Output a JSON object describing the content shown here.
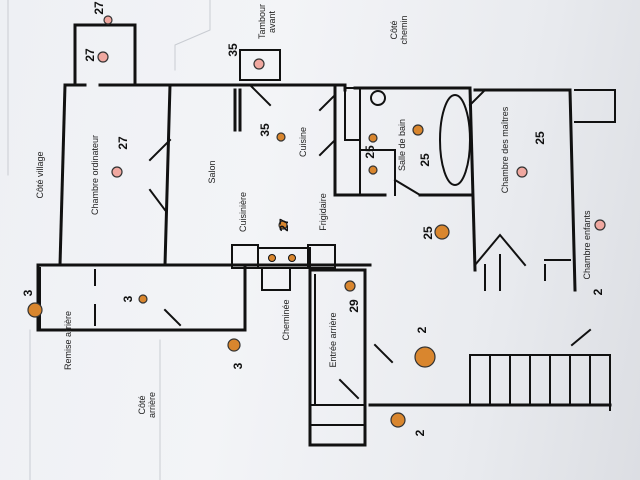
{
  "rooms": {
    "cote_village": "Côté village",
    "chambre_ordinateur": "Chambre ordinateur",
    "salon": "Salon",
    "cuisiniere": "Cuisinière",
    "cuisine": "Cuisine",
    "frigidaire": "Frigidaire",
    "salle_de_bain": "Salle de bain",
    "chambre_des_maitres": "Chambre des maîtres",
    "chambre_enfants": "Chambre enfants",
    "cheminee": "Cheminée",
    "entree_arriere": "Entrée arrière",
    "remise_arriere": "Remise arrière",
    "cote_arriere": "Côté arrière",
    "tambour_avant": "Tambour avant",
    "cote_chemin": "Côté chemin"
  },
  "numbers": {
    "n_27_top": "27",
    "n_27_corner": "27",
    "n_27_ordi": "27",
    "n_35_tambour": "35",
    "n_35_cuisine": "35",
    "n_25_sdb_a": "25",
    "n_25_sdb_b": "25",
    "n_25_maitres": "25",
    "n_27_cuisiniere": "27",
    "n_25_couloir": "25",
    "n_3_left": "3",
    "n_3_remise": "3",
    "n_3_bottom": "3",
    "n_29": "29",
    "n_2_entree": "2",
    "n_2_bottom": "2",
    "n_2_enfants": "2"
  },
  "colors": {
    "line": "#111111",
    "pink_marker": "#f0a8a0",
    "orange_marker": "#d9862e"
  }
}
